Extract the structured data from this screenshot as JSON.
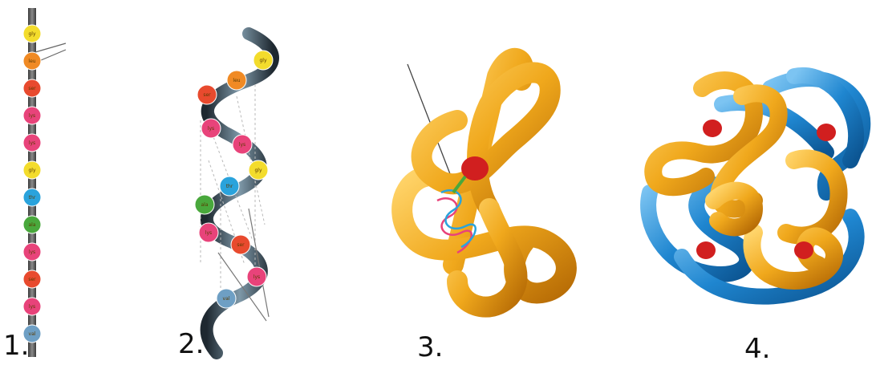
{
  "panels": [
    {
      "number": "1.",
      "beads": [
        {
          "label": "gly",
          "color": "#f3dc2c"
        },
        {
          "label": "leu",
          "color": "#f08a24"
        },
        {
          "label": "ser",
          "color": "#e84a2e"
        },
        {
          "label": "lys",
          "color": "#e8437a"
        },
        {
          "label": "lys",
          "color": "#e8437a"
        },
        {
          "label": "gly",
          "color": "#f3dc2c"
        },
        {
          "label": "thr",
          "color": "#2aa3dc"
        },
        {
          "label": "ala",
          "color": "#49a83c"
        },
        {
          "label": "lys",
          "color": "#e8437a"
        },
        {
          "label": "ser",
          "color": "#e84a2e"
        },
        {
          "label": "lys",
          "color": "#e8437a"
        },
        {
          "label": "val",
          "color": "#6e9fc4"
        }
      ]
    },
    {
      "number": "2.",
      "beads": [
        {
          "label": "gly",
          "color": "#f3dc2c"
        },
        {
          "label": "leu",
          "color": "#f08a24"
        },
        {
          "label": "ser",
          "color": "#e84a2e"
        },
        {
          "label": "lys",
          "color": "#e8437a"
        },
        {
          "label": "lys",
          "color": "#e8437a"
        },
        {
          "label": "gly",
          "color": "#f3dc2c"
        },
        {
          "label": "thr",
          "color": "#2aa3dc"
        },
        {
          "label": "ala",
          "color": "#49a83c"
        },
        {
          "label": "lys",
          "color": "#e8437a"
        },
        {
          "label": "ser",
          "color": "#e84a2e"
        },
        {
          "label": "lys",
          "color": "#e8437a"
        },
        {
          "label": "val",
          "color": "#6e9fc4"
        }
      ]
    },
    {
      "number": "3."
    },
    {
      "number": "4."
    }
  ],
  "colors": {
    "backbone": "#555555",
    "helix_ribbon": "#2f3a44",
    "tertiary_tube": "#f0a81c",
    "quaternary_tube": "#1f86d0",
    "heme": "#d11f1f"
  }
}
